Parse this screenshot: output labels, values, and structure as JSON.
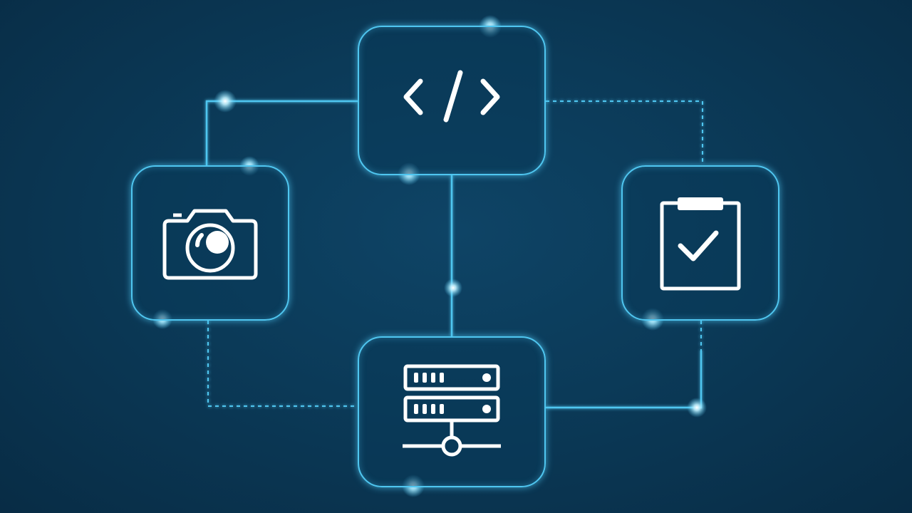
{
  "diagram": {
    "colors": {
      "background": "#0b3a58",
      "line": "#4fc6f0",
      "glow": "#bff1ff",
      "icon": "#ffffff"
    },
    "nodes": [
      {
        "id": "code",
        "icon": "code-icon"
      },
      {
        "id": "camera",
        "icon": "camera-icon"
      },
      {
        "id": "clipboard",
        "icon": "clipboard-check-icon"
      },
      {
        "id": "server",
        "icon": "server-network-icon"
      }
    ],
    "connections": [
      {
        "from": "camera",
        "to": "code",
        "style": "solid"
      },
      {
        "from": "code",
        "to": "clipboard",
        "style": "dashed"
      },
      {
        "from": "code",
        "to": "server",
        "style": "solid"
      },
      {
        "from": "camera",
        "to": "server",
        "style": "dashed"
      },
      {
        "from": "clipboard",
        "to": "server",
        "style": "mixed"
      }
    ]
  }
}
